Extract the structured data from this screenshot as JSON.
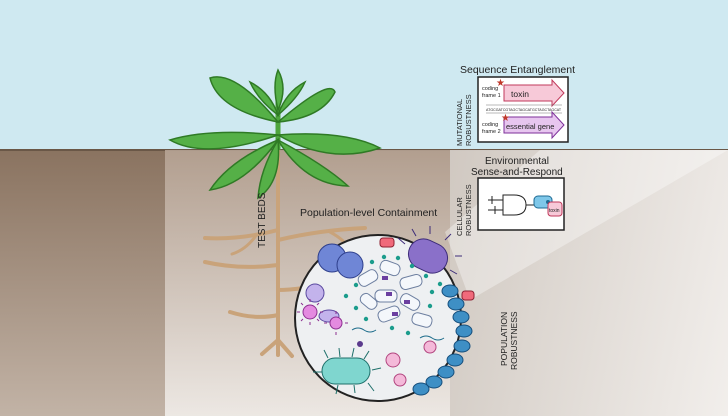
{
  "diagram": {
    "test_beds_label": "TEST BEDS",
    "population_containment_label": "Population-level Containment",
    "sequence_entanglement": {
      "title": "Sequence Entanglement",
      "robustness_label_line1": "MUTATIONAL",
      "robustness_label_line2": "ROBUSTNESS",
      "coding_frame_1_line1": "coding",
      "coding_frame_1_line2": "frame 1",
      "coding_frame_2_line1": "coding",
      "coding_frame_2_line2": "frame 2",
      "toxin_label": "toxin",
      "essential_gene_label": "essential gene",
      "sequence_text": "ATGCGATCGTAGCTAGCATGCTAGCTAGCAT"
    },
    "environmental": {
      "title_line1": "Environmental",
      "title_line2": "Sense-and-Respond",
      "robustness_label_line1": "CELLULAR",
      "robustness_label_line2": "ROBUSTNESS",
      "toxin_label": "toxin"
    },
    "population_robustness_line1": "POPULATION",
    "population_robustness_line2": "ROBUSTNESS"
  },
  "colors": {
    "sky": "#cfe9f1",
    "soil": "#86705c",
    "soil_light": "#f0ebe6",
    "leaf": "#4ea53d",
    "leaf_dark": "#2f7a25",
    "root": "#c9a37a",
    "toxin_pink": "#f7c9d8",
    "gene_purple": "#e7c6ef",
    "cell_blue": "#5d8fc9",
    "chain_blue": "#3e8fc5"
  }
}
